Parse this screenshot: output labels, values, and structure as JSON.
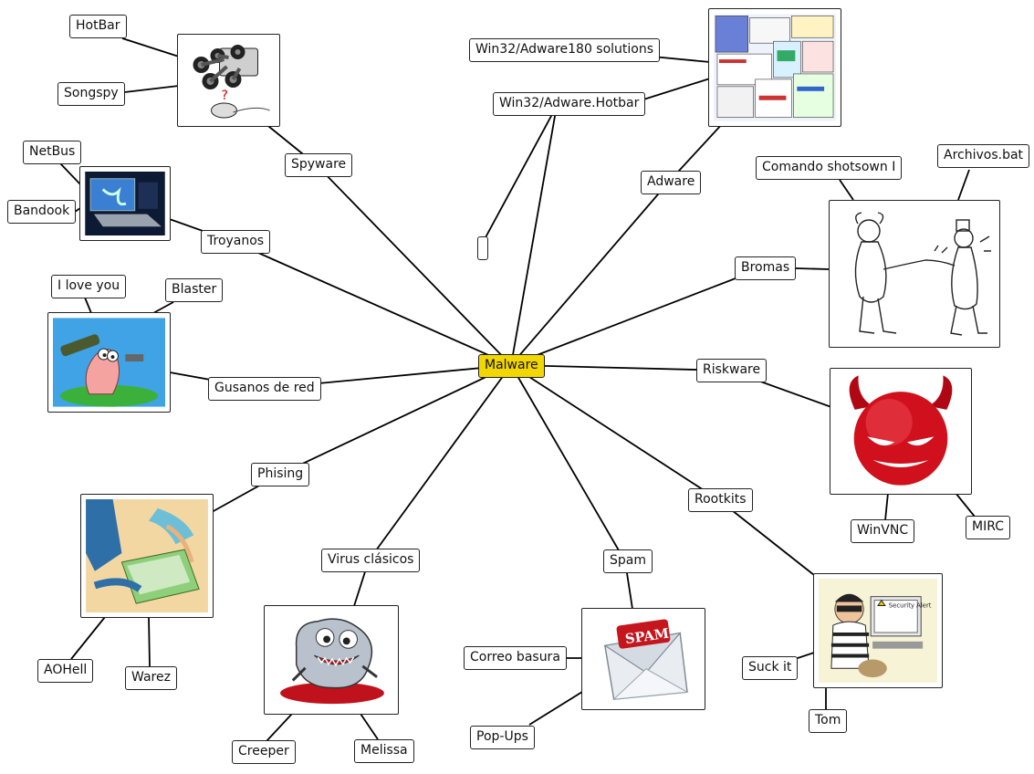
{
  "central": "Malware",
  "branches": {
    "spyware": "Spyware",
    "adware": "Adware",
    "troyanos": "Troyanos",
    "bromas": "Bromas",
    "gusanos": "Gusanos de red",
    "riskware": "Riskware",
    "phising": "Phising",
    "rootkits": "Rootkits",
    "virus": "Virus clásicos",
    "spam": "Spam"
  },
  "leaves": {
    "hotbar": "HotBar",
    "songspy": "Songspy",
    "netbus": "NetBus",
    "bandook": "Bandook",
    "iloveyou": "I love you",
    "blaster": "Blaster",
    "aohell": "AOHell",
    "warez": "Warez",
    "creeper": "Creeper",
    "melissa": "Melissa",
    "correo": "Correo basura",
    "popups": "Pop-Ups",
    "adware180": "Win32/Adware180 solutions",
    "adwarehotbar": "Win32/Adware.Hotbar",
    "empty": "",
    "comando": "Comando shotsown I",
    "archivos": "Archivos.bat",
    "winvnc": "WinVNC",
    "mirc": "MIRC",
    "suckit": "Suck it",
    "tom": "Tom"
  },
  "images": {
    "spam_text": "SPAM",
    "alert_text": "Security Alert"
  },
  "colors": {
    "central_fill": "#f2d600",
    "line": "#000000",
    "devil_red": "#d0101c",
    "sky_blue": "#3fa3e6"
  }
}
